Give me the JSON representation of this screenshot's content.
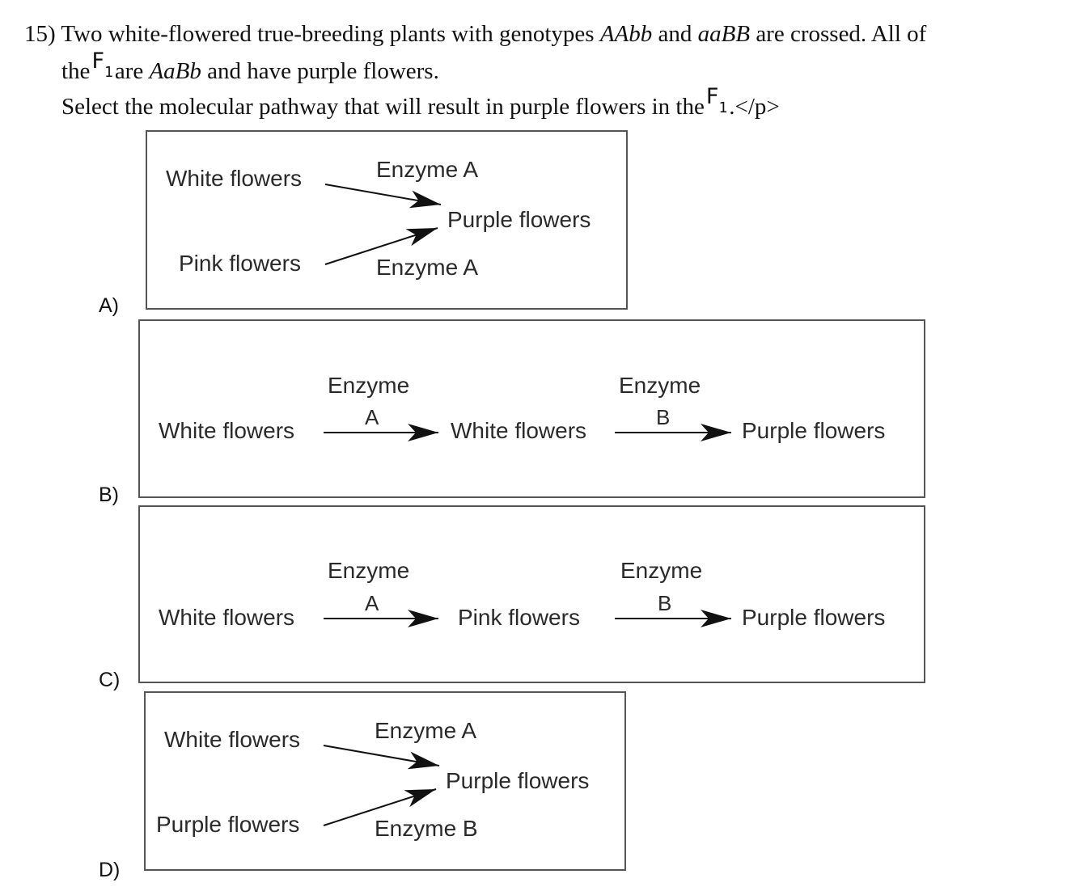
{
  "question": {
    "number": "15)",
    "line1_pre": "Two white-flowered true-breeding plants with genotypes ",
    "geno1": "AAbb",
    "line1_and": " and ",
    "geno2": "aaBB",
    "line1_post": " are crossed. All of",
    "line2_the": "the",
    "f_letter": "F",
    "f_sub": "1",
    "line2_are": "are ",
    "geno3": "AaBb",
    "line2_post": " and have purple flowers.",
    "line3_pre": "Select the molecular pathway that will result in purple flowers in the",
    "line3_f_letter": "F",
    "line3_f_sub": "1",
    "line3_post": ".</p>"
  },
  "options": {
    "a": {
      "label": "A)",
      "top_source": "White flowers",
      "bottom_source": "Pink flowers",
      "top_enzyme": "Enzyme A",
      "bottom_enzyme": "Enzyme A",
      "product": "Purple flowers"
    },
    "b": {
      "label": "B)",
      "start": "White flowers",
      "enzyme1_word": "Enzyme",
      "enzyme1_letter": "A",
      "middle": "White flowers",
      "enzyme2_word": "Enzyme",
      "enzyme2_letter": "B",
      "end": "Purple flowers"
    },
    "c": {
      "label": "C)",
      "start": "White flowers",
      "enzyme1_word": "Enzyme",
      "enzyme1_letter": "A",
      "middle": "Pink flowers",
      "enzyme2_word": "Enzyme",
      "enzyme2_letter": "B",
      "end": "Purple flowers"
    },
    "d": {
      "label": "D)",
      "top_source": "White flowers",
      "bottom_source": "Purple flowers",
      "top_enzyme": "Enzyme A",
      "bottom_enzyme": "Enzyme B",
      "product": "Purple flowers"
    }
  }
}
